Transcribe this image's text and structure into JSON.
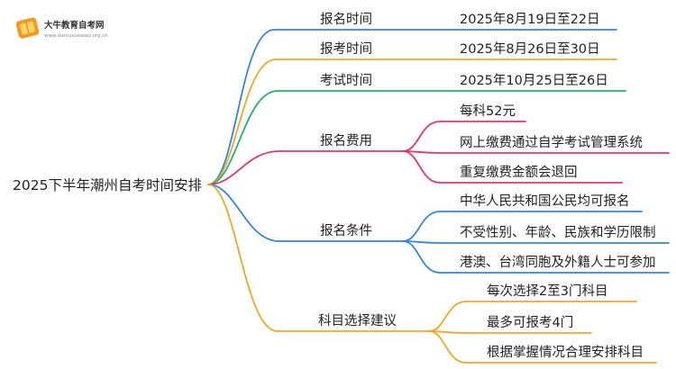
{
  "logo": {
    "name": "大牛教育自考网",
    "url": "www.daniuxueaiao.org.cn",
    "icon": "book-icon",
    "accent_color": "#f39a1e"
  },
  "mindmap": {
    "root": "2025下半年潮州自考时间安排",
    "branches": [
      {
        "label": "报名时间",
        "color": "#2f87e0",
        "children": [
          "2025年8月19日至22日"
        ]
      },
      {
        "label": "报考时间",
        "color": "#f5a623",
        "children": [
          "2025年8月26日至30日"
        ]
      },
      {
        "label": "考试时间",
        "color": "#23b26d",
        "children": [
          "2025年10月25日至26日"
        ]
      },
      {
        "label": "报名费用",
        "color": "#e8336b",
        "children": [
          "每科52元",
          "网上缴费通过自学考试管理系统",
          "重复缴费金额会退回"
        ]
      },
      {
        "label": "报名条件",
        "color": "#2f87e0",
        "children": [
          "中华人民共和国公民均可报名",
          "不受性别、年龄、民族和学历限制",
          "港澳、台湾同胞及外籍人士可参加"
        ]
      },
      {
        "label": "科目选择建议",
        "color": "#f5a623",
        "children": [
          "每次选择2至3门科目",
          "最多可报考4门",
          "根据掌握情况合理安排科目"
        ]
      }
    ]
  }
}
